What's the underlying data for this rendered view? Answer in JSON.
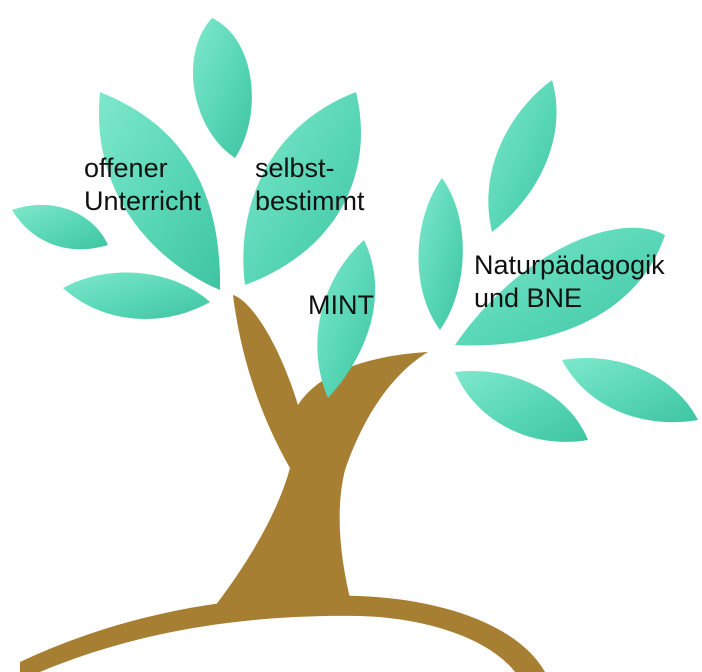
{
  "labels": {
    "offener": [
      "offener",
      "Unterricht"
    ],
    "selbst": [
      "selbst-",
      "bestimmt"
    ],
    "mint": [
      "MINT"
    ],
    "natur": [
      "Naturpädagogik",
      "und BNE"
    ]
  },
  "colors": {
    "leaf": "#57d6b5",
    "leaf_dark": "#3fc4a2",
    "leaf_light": "#7fe8cc",
    "trunk": "#a77f33",
    "text": "#111111",
    "background": "#ffffff"
  }
}
